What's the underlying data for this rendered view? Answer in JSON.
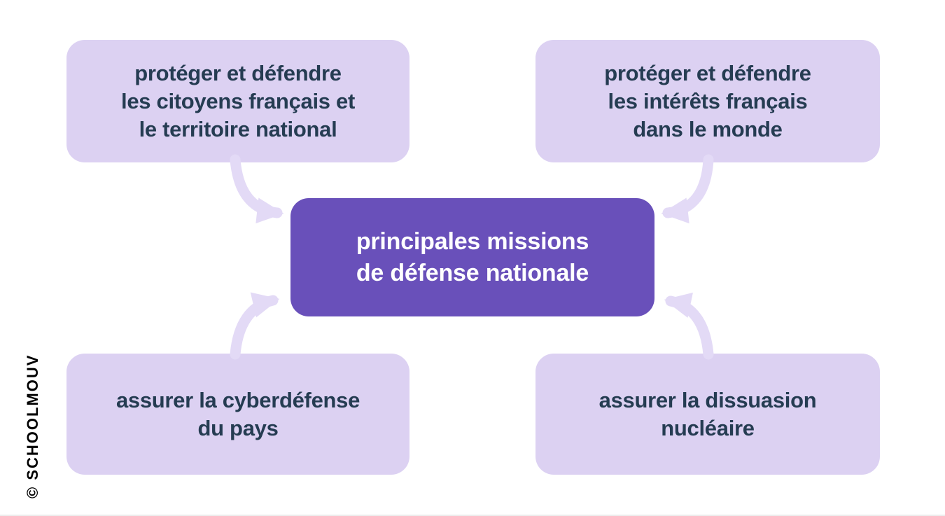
{
  "diagram": {
    "title": "principales missions de défense nationale",
    "center": {
      "lines": [
        "principales missions",
        "de défense nationale"
      ]
    },
    "top_left": {
      "lines": [
        "protéger et défendre",
        "les citoyens français et",
        "le territoire national"
      ]
    },
    "top_right": {
      "lines": [
        "protéger et défendre",
        "les intérêts français",
        "dans le monde"
      ]
    },
    "bottom_left": {
      "lines": [
        "assurer la cyberdéfense",
        "du pays"
      ]
    },
    "bottom_right": {
      "lines": [
        "assurer la dissuasion",
        "nucléaire"
      ]
    }
  },
  "watermark": {
    "text": "© SCHOOLMOUV"
  },
  "colors": {
    "node_bg": "#dcd1f2",
    "center_bg": "#6950ba",
    "node_text": "#253c52",
    "center_text": "#ffffff",
    "arrow": "#e3daf6",
    "watermark_text": "#000000",
    "background": "#ffffff"
  }
}
